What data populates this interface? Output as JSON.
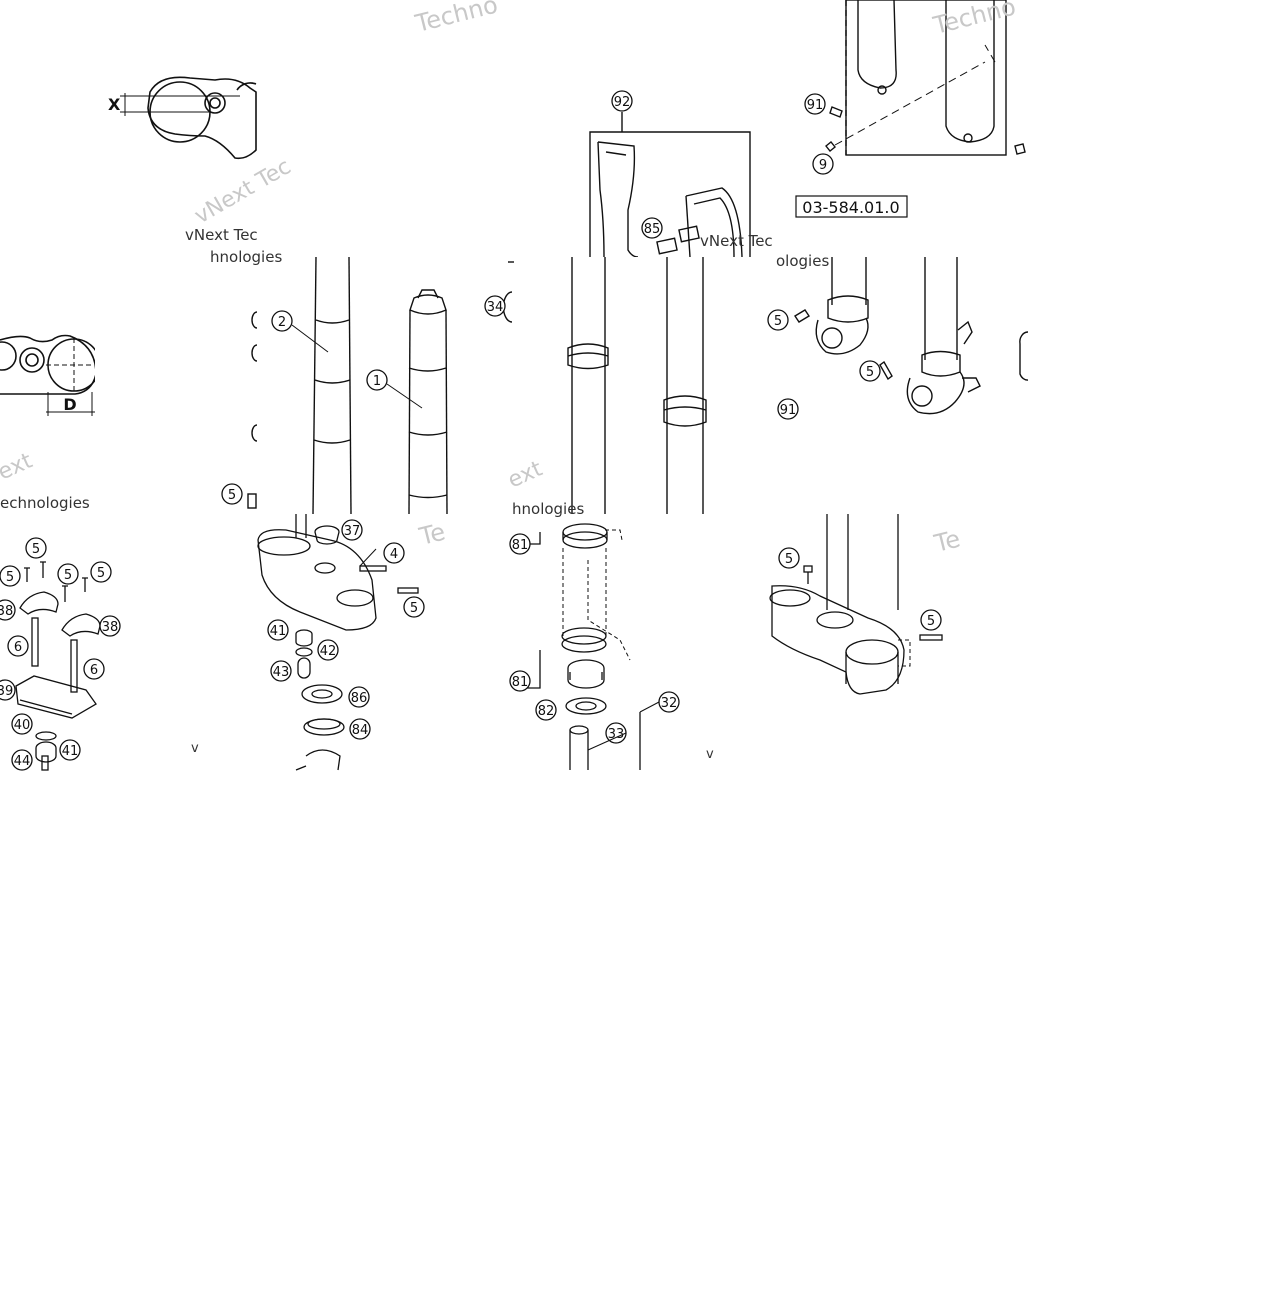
{
  "code_label": "03-584.01.0",
  "dims": {
    "x": "X",
    "d": "D"
  },
  "callouts": [
    {
      "id": "c-92",
      "text": "92"
    },
    {
      "id": "c-91a",
      "text": "91"
    },
    {
      "id": "c-9",
      "text": "9"
    },
    {
      "id": "c-85",
      "text": "85"
    },
    {
      "id": "c-2",
      "text": "2"
    },
    {
      "id": "c-1",
      "text": "1"
    },
    {
      "id": "c-34",
      "text": "34"
    },
    {
      "id": "c-5a",
      "text": "5"
    },
    {
      "id": "c-5b",
      "text": "5"
    },
    {
      "id": "c-91b",
      "text": "91"
    },
    {
      "id": "c-5c",
      "text": "5"
    },
    {
      "id": "c-5d",
      "text": "5"
    },
    {
      "id": "c-5e",
      "text": "5"
    },
    {
      "id": "c-5f",
      "text": "5"
    },
    {
      "id": "c-5g",
      "text": "5"
    },
    {
      "id": "c-38a",
      "text": "38"
    },
    {
      "id": "c-38b",
      "text": "38"
    },
    {
      "id": "c-6a",
      "text": "6"
    },
    {
      "id": "c-6b",
      "text": "6"
    },
    {
      "id": "c-39",
      "text": "39"
    },
    {
      "id": "c-40",
      "text": "40"
    },
    {
      "id": "c-41a",
      "text": "41"
    },
    {
      "id": "c-44",
      "text": "44"
    },
    {
      "id": "c-37",
      "text": "37"
    },
    {
      "id": "c-4",
      "text": "4"
    },
    {
      "id": "c-5h",
      "text": "5"
    },
    {
      "id": "c-41b",
      "text": "41"
    },
    {
      "id": "c-42",
      "text": "42"
    },
    {
      "id": "c-43",
      "text": "43"
    },
    {
      "id": "c-86",
      "text": "86"
    },
    {
      "id": "c-84",
      "text": "84"
    },
    {
      "id": "c-81a",
      "text": "81"
    },
    {
      "id": "c-81b",
      "text": "81"
    },
    {
      "id": "c-82",
      "text": "82"
    },
    {
      "id": "c-32",
      "text": "32"
    },
    {
      "id": "c-33",
      "text": "33"
    },
    {
      "id": "c-5i",
      "text": "5"
    },
    {
      "id": "c-5j",
      "text": "5"
    }
  ],
  "watermarks": {
    "w1": "Techno",
    "w2": "Techno",
    "w3": "vNext Tec",
    "w4": "vNext Tec",
    "w5": "vNext Tec",
    "w6": "hnologies",
    "w7": "ologies",
    "w8": "ext",
    "w9": "echnologies",
    "w10": "ext",
    "w11": "hnologies",
    "w12": "Te",
    "w13": "Te",
    "w14": "v",
    "w15": "v"
  }
}
